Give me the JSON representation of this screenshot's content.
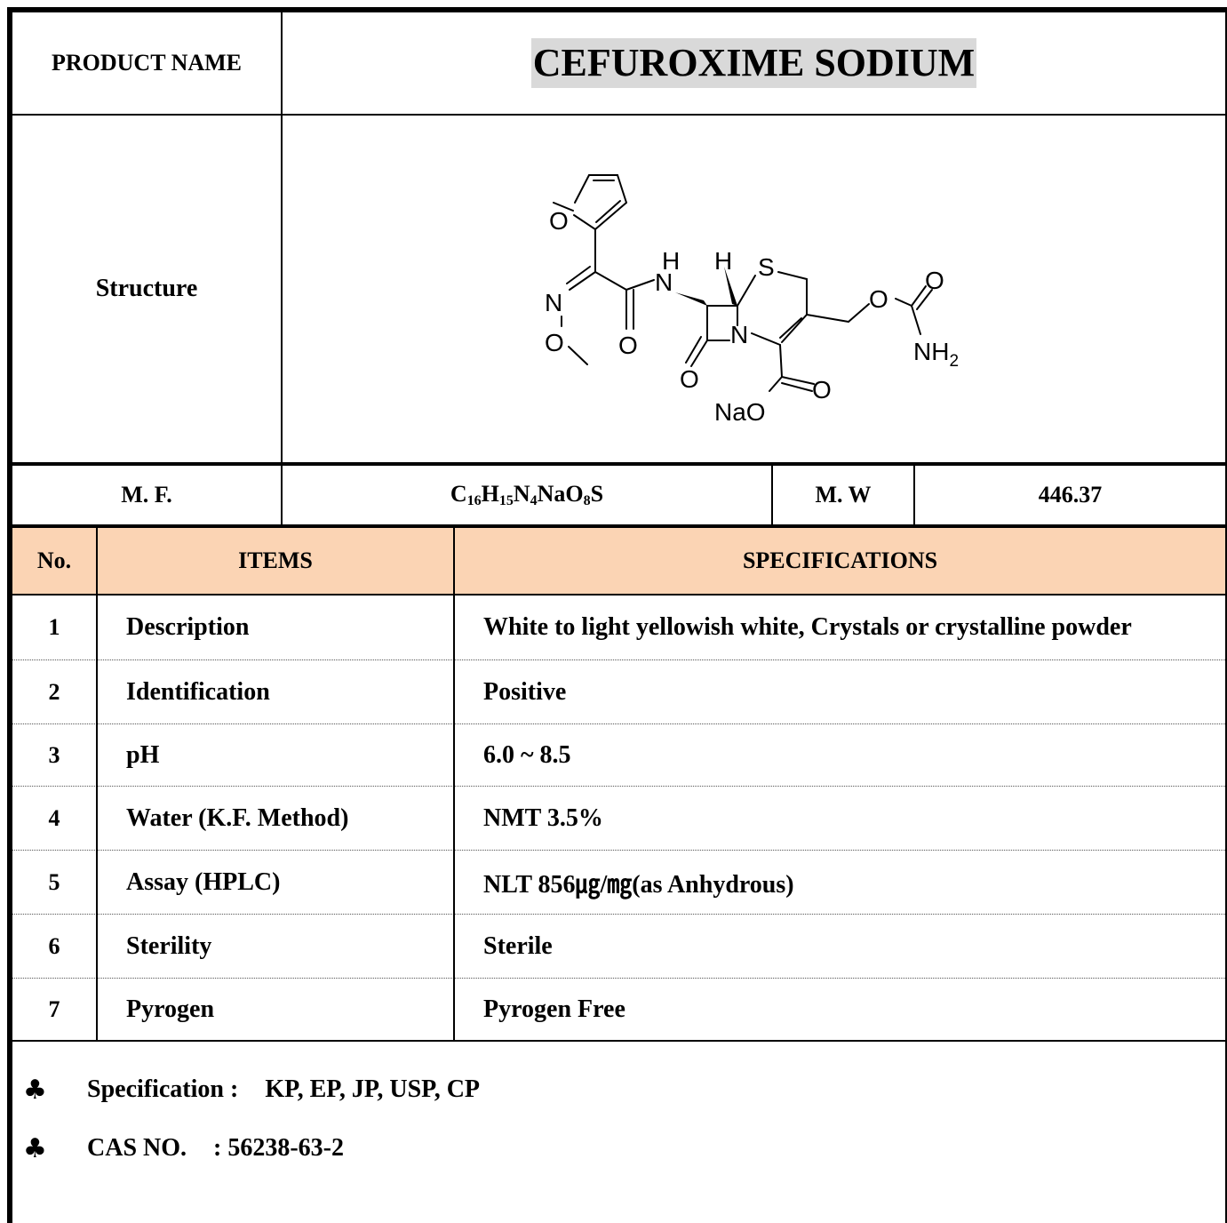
{
  "header": {
    "product_name_label": "PRODUCT NAME",
    "product_name": "CEFUROXIME SODIUM",
    "structure_label": "Structure"
  },
  "structure_atoms": {
    "o_furan": "O",
    "n_imine": "N",
    "o_methoxy": "O",
    "o_amide": "O",
    "h_amide": "H",
    "n_amide": "N",
    "h_stereo": "H",
    "s_ring": "S",
    "o_lactam": "O",
    "n_ring": "N",
    "o_ester": "O",
    "o_carbamate": "O",
    "nh2": "NH",
    "nh2_sub": "2",
    "na_o": "NaO",
    "o_carboxyl": "O"
  },
  "formula_row": {
    "mf_label": "M. F.",
    "mf_parts": [
      "C",
      "16",
      "H",
      "15",
      "N",
      "4",
      "NaO",
      "8",
      "S"
    ],
    "mw_label": "M. W",
    "mw_value": "446.37"
  },
  "table": {
    "headers": {
      "no": "No.",
      "items": "ITEMS",
      "specs": "SPECIFICATIONS"
    },
    "header_color": "#fbd4b4",
    "rows": [
      {
        "no": "1",
        "item": "Description",
        "spec": "White to light yellowish white, Crystals or crystalline powder"
      },
      {
        "no": "2",
        "item": "Identification",
        "spec": "Positive"
      },
      {
        "no": "3",
        "item": "pH",
        "spec": "6.0 ~ 8.5"
      },
      {
        "no": "4",
        "item": "Water (K.F. Method)",
        "spec": "NMT 3.5%"
      },
      {
        "no": "5",
        "item": "Assay (HPLC)",
        "spec": "NLT 856㎍/㎎(as Anhydrous)"
      },
      {
        "no": "6",
        "item": "Sterility",
        "spec": "Sterile"
      },
      {
        "no": "7",
        "item": "Pyrogen",
        "spec": "Pyrogen Free"
      }
    ]
  },
  "notes": {
    "bullet_icon": "club-suit-icon",
    "bullet_glyph": "♣",
    "specification_label": "Specification :",
    "specification_value": "KP, EP, JP, USP, CP",
    "cas_label": "CAS NO.",
    "cas_value": ": 56238-63-2"
  }
}
